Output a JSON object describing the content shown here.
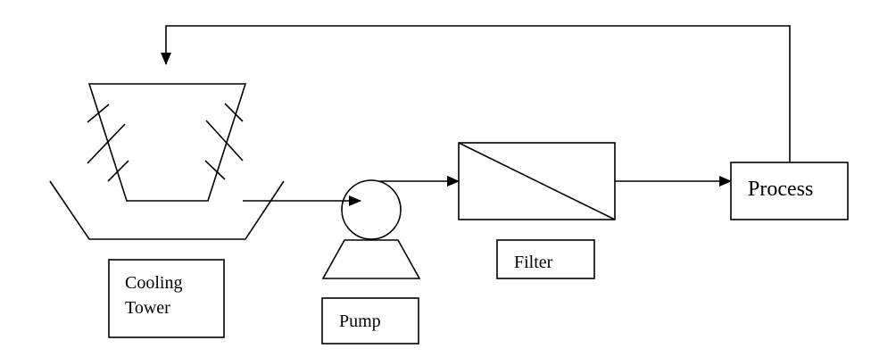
{
  "diagram": {
    "labels": {
      "cooling_tower_line1": "Cooling",
      "cooling_tower_line2": "Tower",
      "pump": "Pump",
      "filter": "Filter",
      "process": "Process"
    },
    "colors": {
      "line": "#000000",
      "background": "#ffffff"
    }
  }
}
